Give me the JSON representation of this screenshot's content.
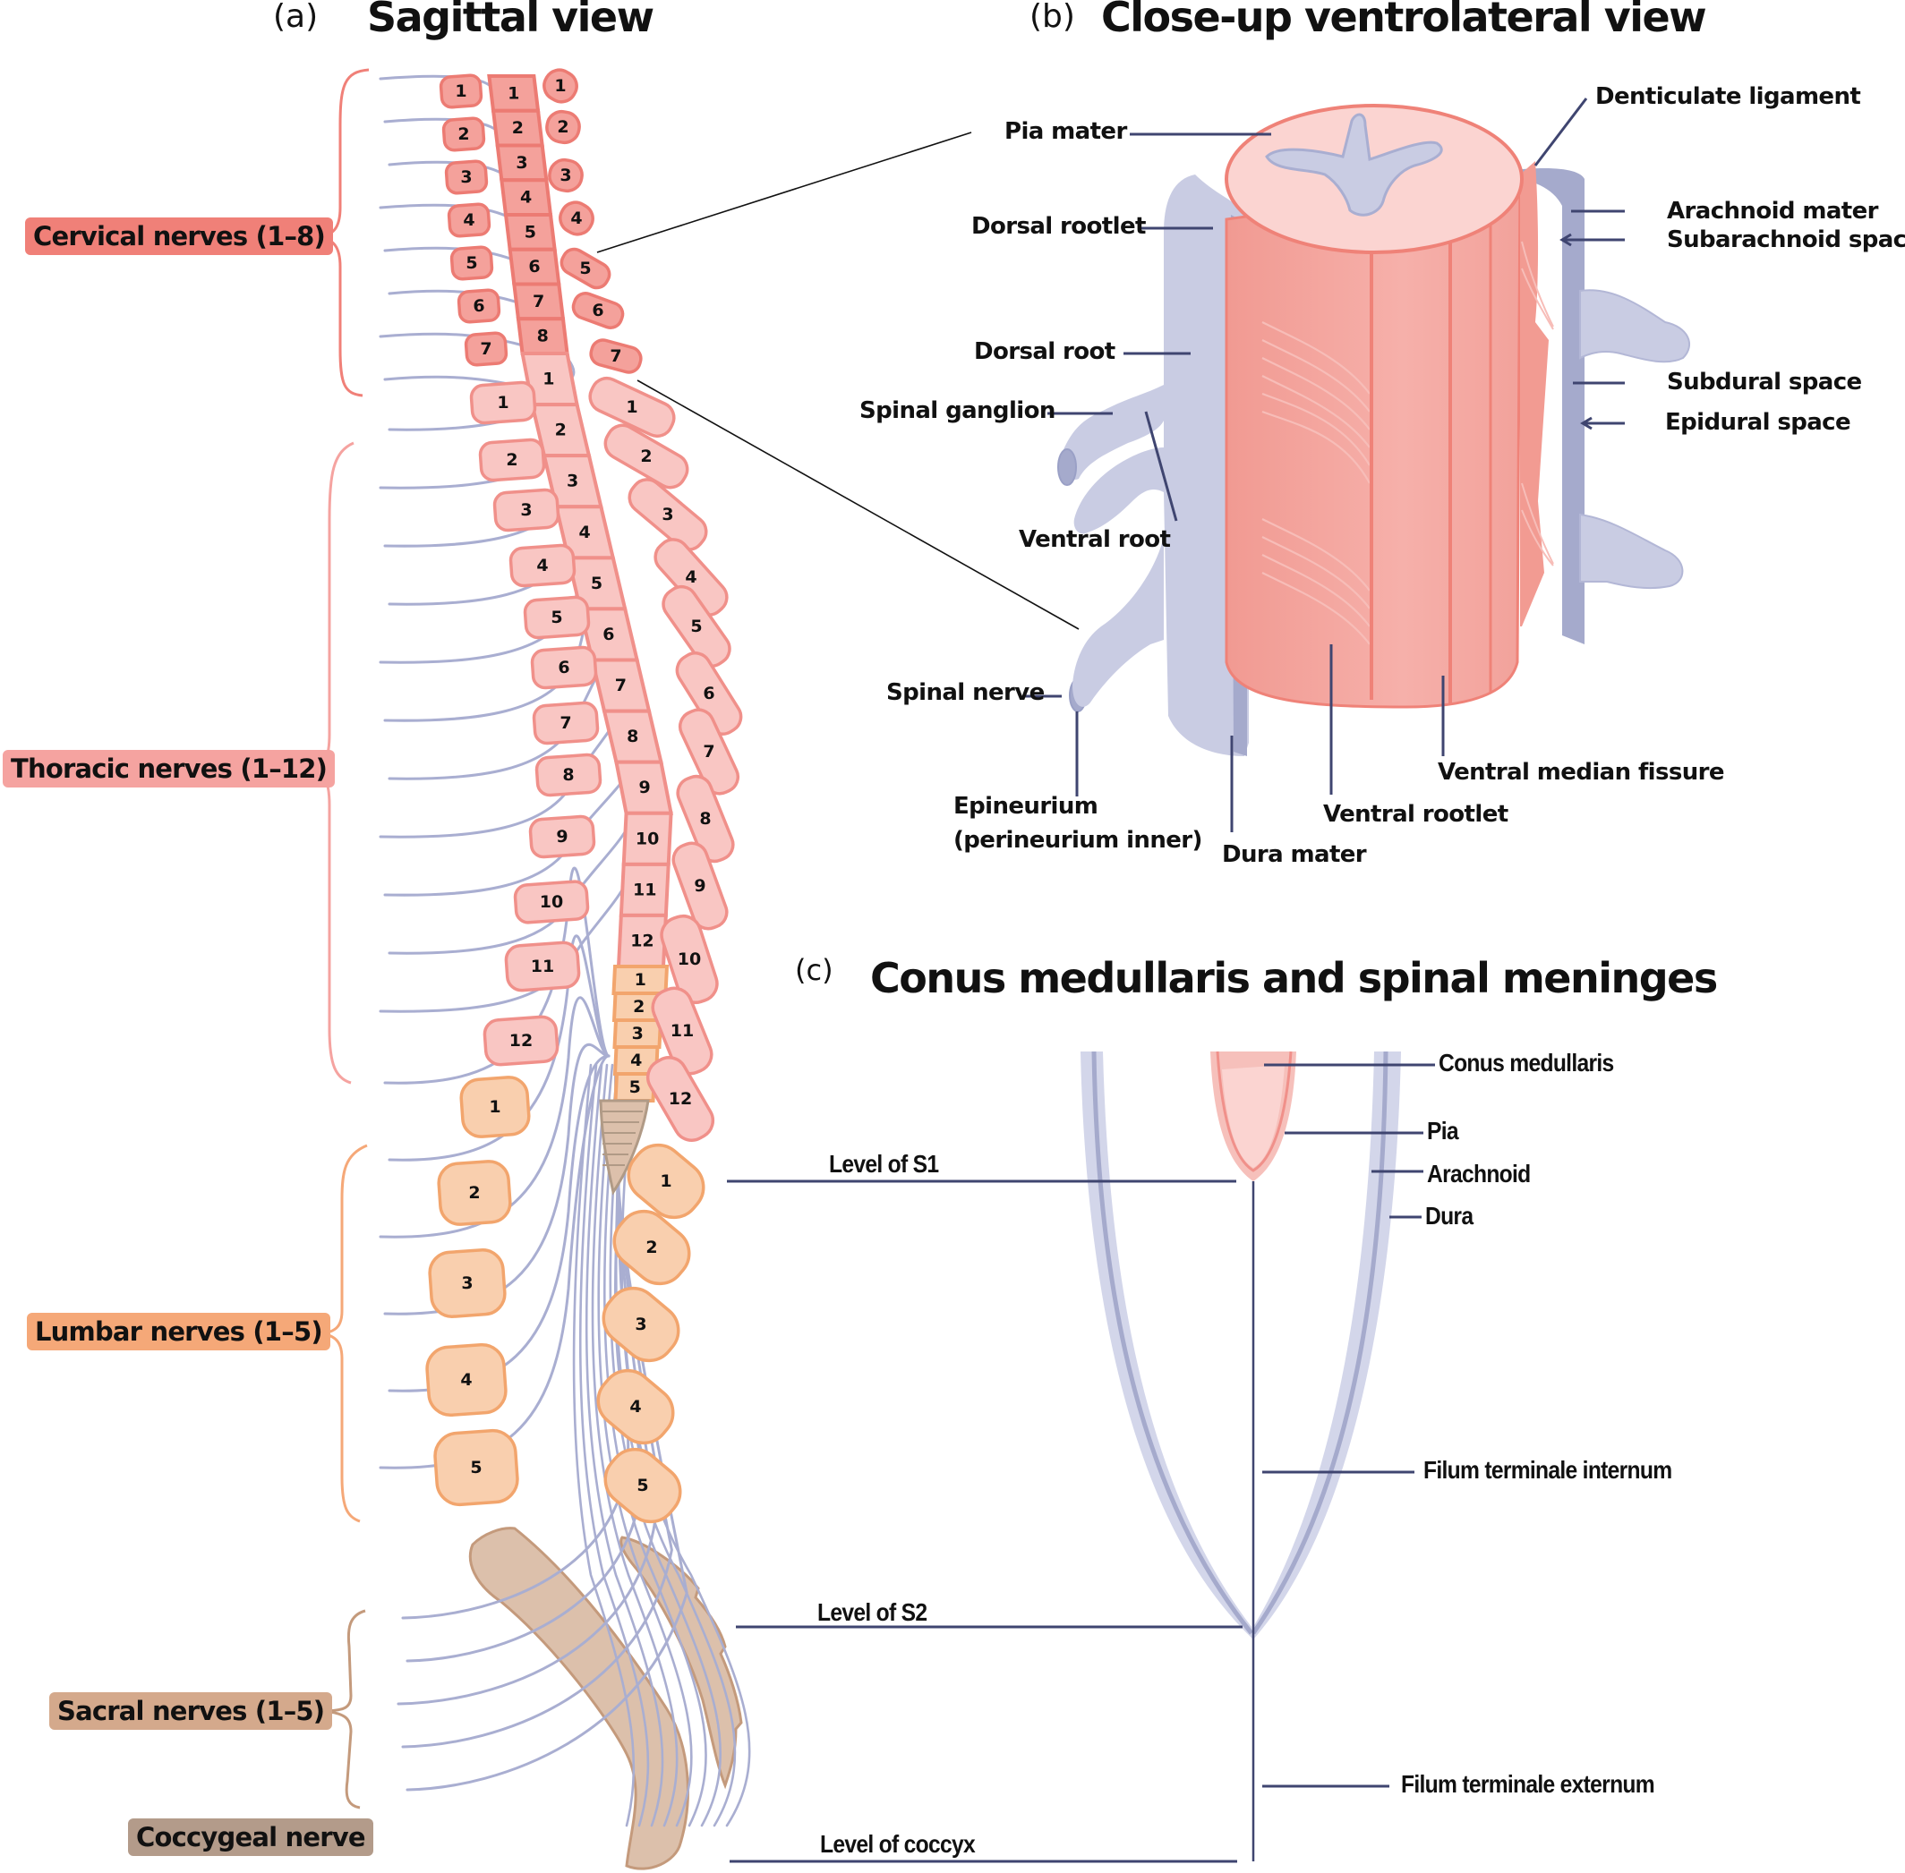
{
  "panels": {
    "a": {
      "letter": "(a)",
      "title": "Sagittal view"
    },
    "b": {
      "letter": "(b)",
      "title": "Close-up ventrolateral view"
    },
    "c": {
      "letter": "(c)",
      "title": "Conus medullaris and spinal meninges"
    }
  },
  "nerve_groups": [
    {
      "id": "cervical",
      "label": "Cervical nerves (1–8)",
      "color": "#f08078",
      "count": 8
    },
    {
      "id": "thoracic",
      "label": "Thoracic nerves (1–12)",
      "color": "#f5a3a0",
      "count": 12
    },
    {
      "id": "lumbar",
      "label": "Lumbar nerves (1–5)",
      "color": "#f5a878",
      "count": 5
    },
    {
      "id": "sacral",
      "label": "Sacral nerves (1–5)",
      "color": "#d4a98c",
      "count": 5
    },
    {
      "id": "coccygeal",
      "label": "Coccygeal nerve",
      "color": "#b39b8a",
      "count": 1
    }
  ],
  "vertebrae": {
    "cervical_body": [
      "1",
      "2",
      "3",
      "4",
      "5",
      "6",
      "7"
    ],
    "cervical_process": [
      "1",
      "2",
      "3",
      "4",
      "5",
      "6",
      "7"
    ],
    "cord_cervical": [
      "1",
      "2",
      "3",
      "4",
      "5",
      "6",
      "7",
      "8"
    ],
    "cord_thoracic": [
      "1",
      "2",
      "3",
      "4",
      "5",
      "6",
      "7",
      "8",
      "9",
      "10",
      "11",
      "12"
    ],
    "cord_lumbar": [
      "1",
      "2",
      "3",
      "4",
      "5"
    ],
    "thoracic_body": [
      "1",
      "2",
      "3",
      "4",
      "5",
      "6",
      "7",
      "8",
      "9",
      "10",
      "11",
      "12"
    ],
    "thoracic_process": [
      "1",
      "2",
      "3",
      "4",
      "5",
      "6",
      "7",
      "8",
      "9",
      "10",
      "11",
      "12"
    ],
    "lumbar_body": [
      "1",
      "2",
      "3",
      "4",
      "5"
    ],
    "lumbar_process": [
      "1",
      "2",
      "3",
      "4",
      "5"
    ]
  },
  "closeup_labels": {
    "pia_mater": "Pia mater",
    "dorsal_rootlet": "Dorsal rootlet",
    "dorsal_root": "Dorsal root",
    "spinal_ganglion": "Spinal ganglion",
    "ventral_root": "Ventral root",
    "spinal_nerve": "Spinal nerve",
    "epineurium_line1": "Epineurium",
    "epineurium_line2": "(perineurium inner)",
    "dura_mater": "Dura mater",
    "ventral_rootlet": "Ventral rootlet",
    "ventral_median_fissure": "Ventral median fissure",
    "denticulate_ligament": "Denticulate ligament",
    "arachnoid_mater": "Arachnoid mater",
    "subarachnoid_space": "Subarachnoid space",
    "subdural_space": "Subdural space",
    "epidural_space": "Epidural space"
  },
  "conus_labels": {
    "conus_medullaris": "Conus medullaris",
    "pia": "Pia",
    "arachnoid": "Arachnoid",
    "dura": "Dura",
    "filum_internum": "Filum terminale internum",
    "filum_externum": "Filum terminale externum",
    "level_s1": "Level of S1",
    "level_s2": "Level of S2",
    "level_coccyx": "Level of coccyx"
  },
  "colors": {
    "cervical_fill": "#f4a19b",
    "cervical_stroke": "#ec7b73",
    "thoracic_fill": "#f9c6c3",
    "thoracic_stroke": "#f0908a",
    "lumbar_fill": "#f9cfae",
    "lumbar_stroke": "#f2a56d",
    "sacral_fill": "#dcc0ab",
    "sacral_stroke": "#c49a7c",
    "nerve": "#a9aed1",
    "meninges": "#c9cce3",
    "meninges_dark": "#a5aacc",
    "leader": "#3f4570"
  }
}
